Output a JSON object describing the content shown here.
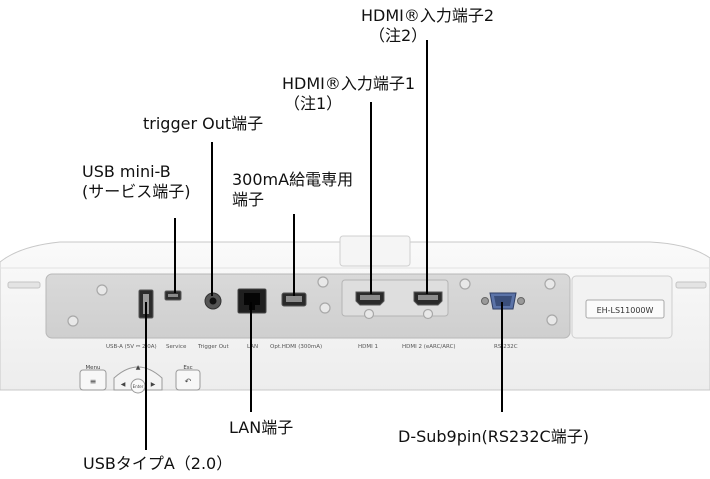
{
  "callouts": {
    "hdmi2": {
      "line1": "HDMI®入力端子2",
      "line2": "（注2）"
    },
    "hdmi1": {
      "line1": "HDMI®入力端子1",
      "line2": "（注1）"
    },
    "trigger": {
      "line1": "trigger Out端子"
    },
    "usb_mini": {
      "line1": "USB mini-B",
      "line2": "(サービス端子)"
    },
    "power_usb": {
      "line1": "300mA給電専用",
      "line2": "端子"
    },
    "lan": {
      "line1": "LAN端子"
    },
    "dsub": {
      "line1": "D-Sub9pin(RS232C端子)"
    },
    "usb_a": {
      "line1": "USBタイプA（2.0）"
    }
  },
  "panel": {
    "model": "EH-LS11000W",
    "port_labels": {
      "usb_a": "USB-A (5V ⎓ 2.0A)",
      "service": "Service",
      "trigger": "Trigger Out",
      "lan": "LAN",
      "opt_hdmi": "Opt.HDMI (300mA)",
      "hdmi1": "HDMI 1",
      "hdmi2": "HDMI 2 (eARC/ARC)",
      "rs232c": "RS-232C"
    },
    "buttons": {
      "menu": "Menu",
      "esc": "Esc",
      "enter": "Enter"
    }
  }
}
